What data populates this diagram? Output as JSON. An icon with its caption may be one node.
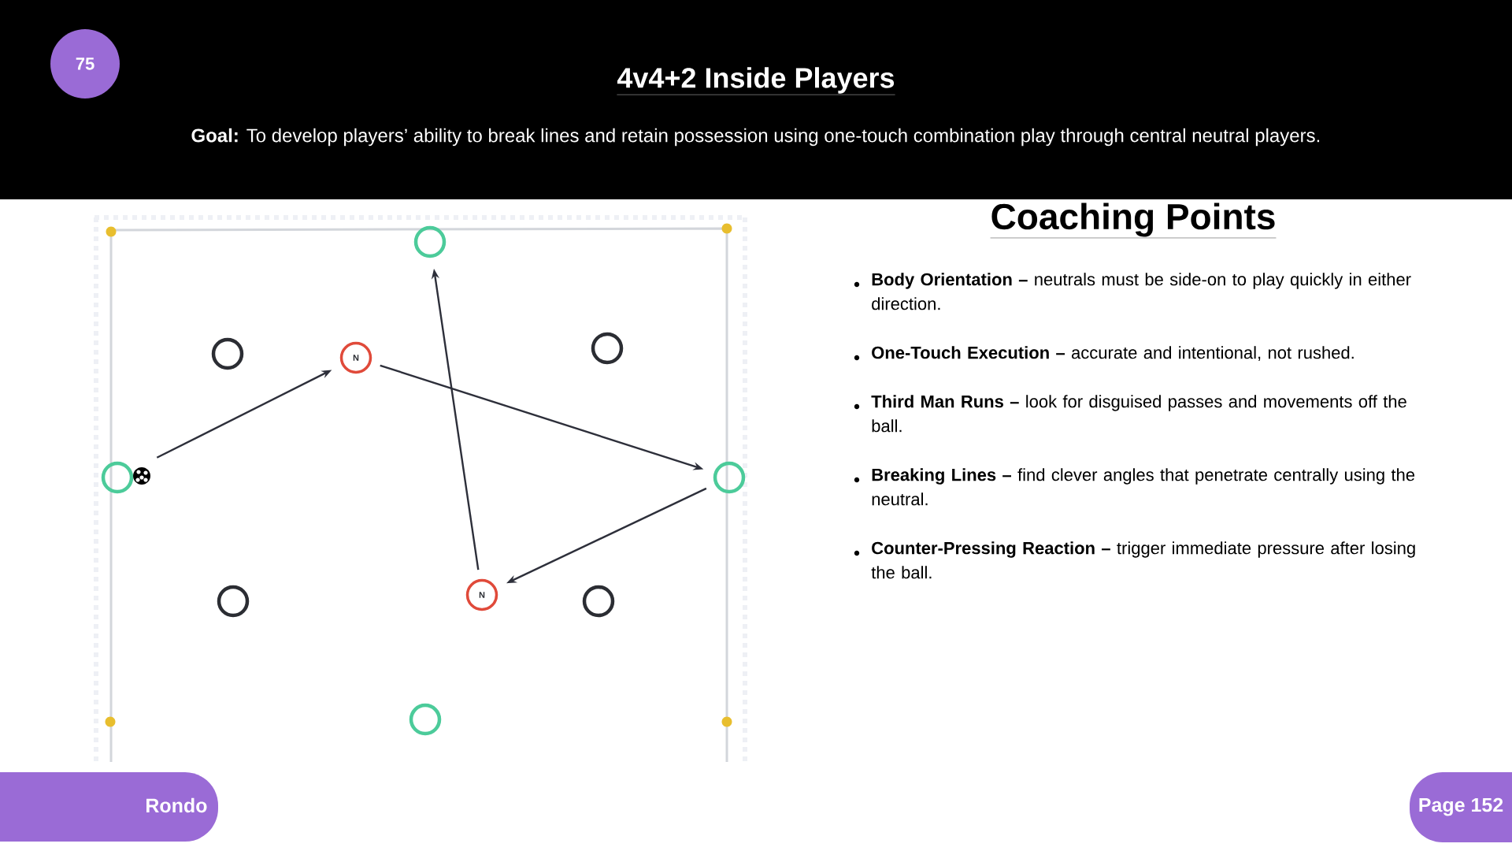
{
  "diagram": {
    "title": "4v4+2 Inside Players",
    "nodes": [
      {
        "text": [
          "75"
        ]
      },
      {
        "text": [],
        "shape": "circle"
      },
      {
        "text": [],
        "shape": "circle"
      },
      {
        "text": [
          "N"
        ]
      },
      {
        "text": [],
        "shape": "circle"
      },
      {
        "text": [],
        "shape": "circle"
      },
      {
        "text": [],
        "shape": "circle"
      },
      {
        "text": [],
        "shape": "circle"
      },
      {
        "text": [
          "N"
        ]
      },
      {
        "text": [],
        "shape": "circle"
      },
      {
        "text": [],
        "shape": "circle"
      },
      {
        "text": [
          "Rondo"
        ]
      },
      {
        "text": [
          "Page 152"
        ]
      }
    ],
    "edges": [
      {
        "from": 5,
        "to": 3,
        "arrow": "to"
      },
      {
        "from": 3,
        "to": 6,
        "arrow": "to"
      },
      {
        "from": 6,
        "to": 8,
        "arrow": "to"
      },
      {
        "from": 8,
        "to": 1,
        "arrow": "to"
      }
    ],
    "labels": [
      "**Goal:** To develop players’ ability to break lines and retain possession using one-touch combination play through central neutral players.",
      "Coaching Points",
      "**Body Orientation –** neutrals must be side-on to play quickly in either direction.",
      "**One-Touch Execution –** accurate and intentional, not rushed.",
      "**Third Man Runs –** look for disguised passes and movements off the ball.",
      "**Breaking Lines –** find clever angles that penetrate centrally using the neutral.",
      "**Counter-Pressing Reaction –** trigger immediate pressure after losing the ball."
    ]
  }
}
